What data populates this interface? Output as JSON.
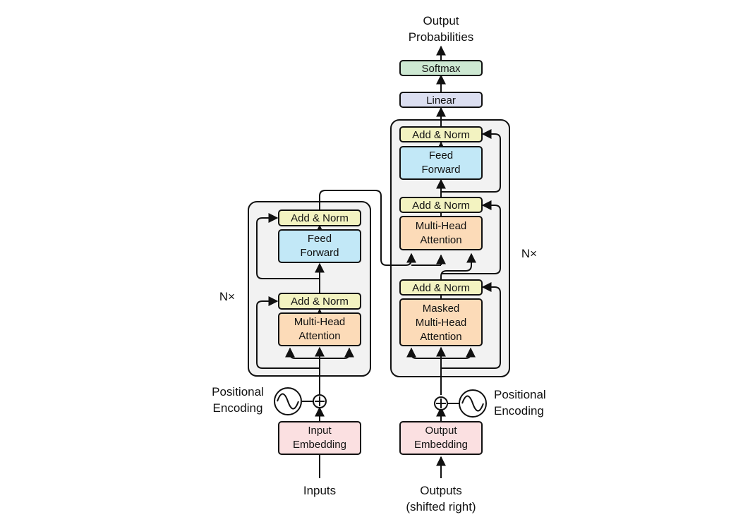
{
  "colors": {
    "add_norm": "#f3f3c1",
    "feed_forward": "#c2e8f7",
    "attention": "#fcdbb8",
    "embedding": "#fbe0e1",
    "linear": "#dcdff1",
    "softmax": "#cde8d2",
    "stack_bg": "#f2f2f2",
    "stroke": "#111111"
  },
  "encoder": {
    "add_norm_top": "Add & Norm",
    "feed_forward": [
      "Feed",
      "Forward"
    ],
    "add_norm_bottom": "Add & Norm",
    "attention": [
      "Multi-Head",
      "Attention"
    ],
    "nx": "N×",
    "positional_encoding": [
      "Positional",
      "Encoding"
    ],
    "embedding": [
      "Input",
      "Embedding"
    ],
    "input_label": "Inputs"
  },
  "decoder": {
    "add_norm_top": "Add & Norm",
    "feed_forward": [
      "Feed",
      "Forward"
    ],
    "add_norm_mid": "Add & Norm",
    "attention": [
      "Multi-Head",
      "Attention"
    ],
    "add_norm_bottom": "Add & Norm",
    "masked_attention": [
      "Masked",
      "Multi-Head",
      "Attention"
    ],
    "nx": "N×",
    "positional_encoding": [
      "Positional",
      "Encoding"
    ],
    "embedding": [
      "Output",
      "Embedding"
    ],
    "input_label": [
      "Outputs",
      "(shifted right)"
    ]
  },
  "head": {
    "linear": "Linear",
    "softmax": "Softmax",
    "output_label": [
      "Output",
      "Probabilities"
    ]
  }
}
